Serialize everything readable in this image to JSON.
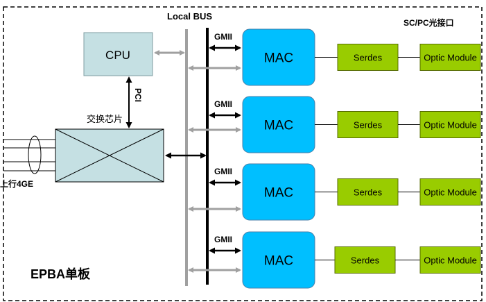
{
  "labels": {
    "local_bus": "Local BUS",
    "sc_pc": "SC/PC光接口",
    "pci": "PCI",
    "switch_chip": "交换芯片",
    "uplink": "上行4GE",
    "board": "EPBA单板"
  },
  "cpu": {
    "label": "CPU"
  },
  "gmii_label": "GMII",
  "channels": [
    {
      "mac": "MAC",
      "serdes": "Serdes",
      "optic": "Optic Module"
    },
    {
      "mac": "MAC",
      "serdes": "Serdes",
      "optic": "Optic Module"
    },
    {
      "mac": "MAC",
      "serdes": "Serdes",
      "optic": "Optic Module"
    },
    {
      "mac": "MAC",
      "serdes": "Serdes",
      "optic": "Optic Module"
    }
  ],
  "colors": {
    "cpu_fill": "#c5e0e3",
    "switch_fill": "#c5e0e3",
    "mac_fill": "#00bfff",
    "green_fill": "#99cc00",
    "gray_bus": "#a0a0a0",
    "black_bus": "#000000"
  }
}
